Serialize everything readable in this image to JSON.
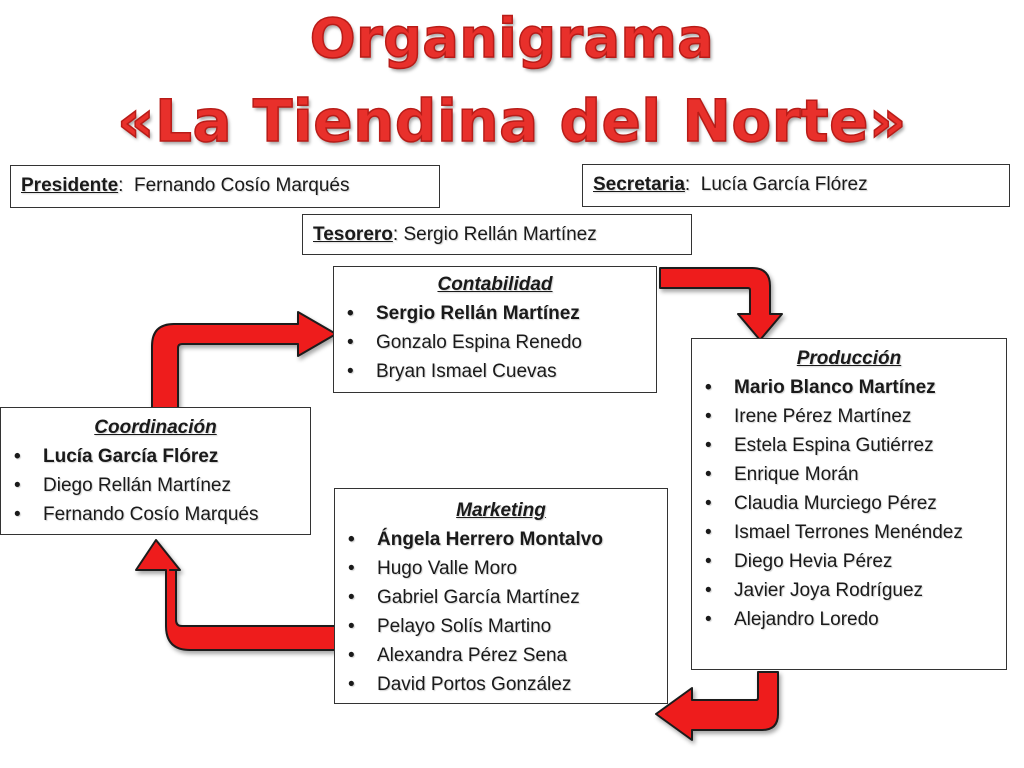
{
  "title": {
    "line1": "Organigrama",
    "line2": "«La Tiendina del Norte»"
  },
  "roles": {
    "presidente": {
      "label": "Presidente",
      "name": "Fernando Cosío Marqués"
    },
    "secretaria": {
      "label": "Secretaria",
      "name": "Lucía García Flórez"
    },
    "tesorero": {
      "label": "Tesorero",
      "name": "Sergio Rellán Martínez"
    }
  },
  "departments": {
    "contabilidad": {
      "title": "Contabilidad",
      "members": [
        "Sergio Rellán Martínez",
        "Gonzalo Espina Renedo",
        "Bryan Ismael Cuevas"
      ]
    },
    "produccion": {
      "title": "Producción",
      "members": [
        "Mario Blanco Martínez",
        "Irene Pérez Martínez",
        "Estela  Espina Gutiérrez",
        "Enrique  Morán",
        "Claudia Murciego Pérez",
        "Ismael Terrones Menéndez",
        "Diego Hevia Pérez",
        "Javier Joya Rodríguez",
        "Alejandro Loredo"
      ]
    },
    "coordinacion": {
      "title": "Coordinación",
      "members": [
        "Lucía García Flórez",
        "Diego Rellán Martínez",
        "Fernando Cosío Marqués"
      ]
    },
    "marketing": {
      "title": "Marketing",
      "members": [
        "Ángela Herrero Montalvo",
        "Hugo Valle Moro",
        "Gabriel  García Martínez",
        "Pelayo Solís Martino",
        "Alexandra Pérez Sena",
        "David Portos González"
      ]
    }
  },
  "colors": {
    "title": "#e8302b",
    "arrow": "#ee1c1c"
  }
}
